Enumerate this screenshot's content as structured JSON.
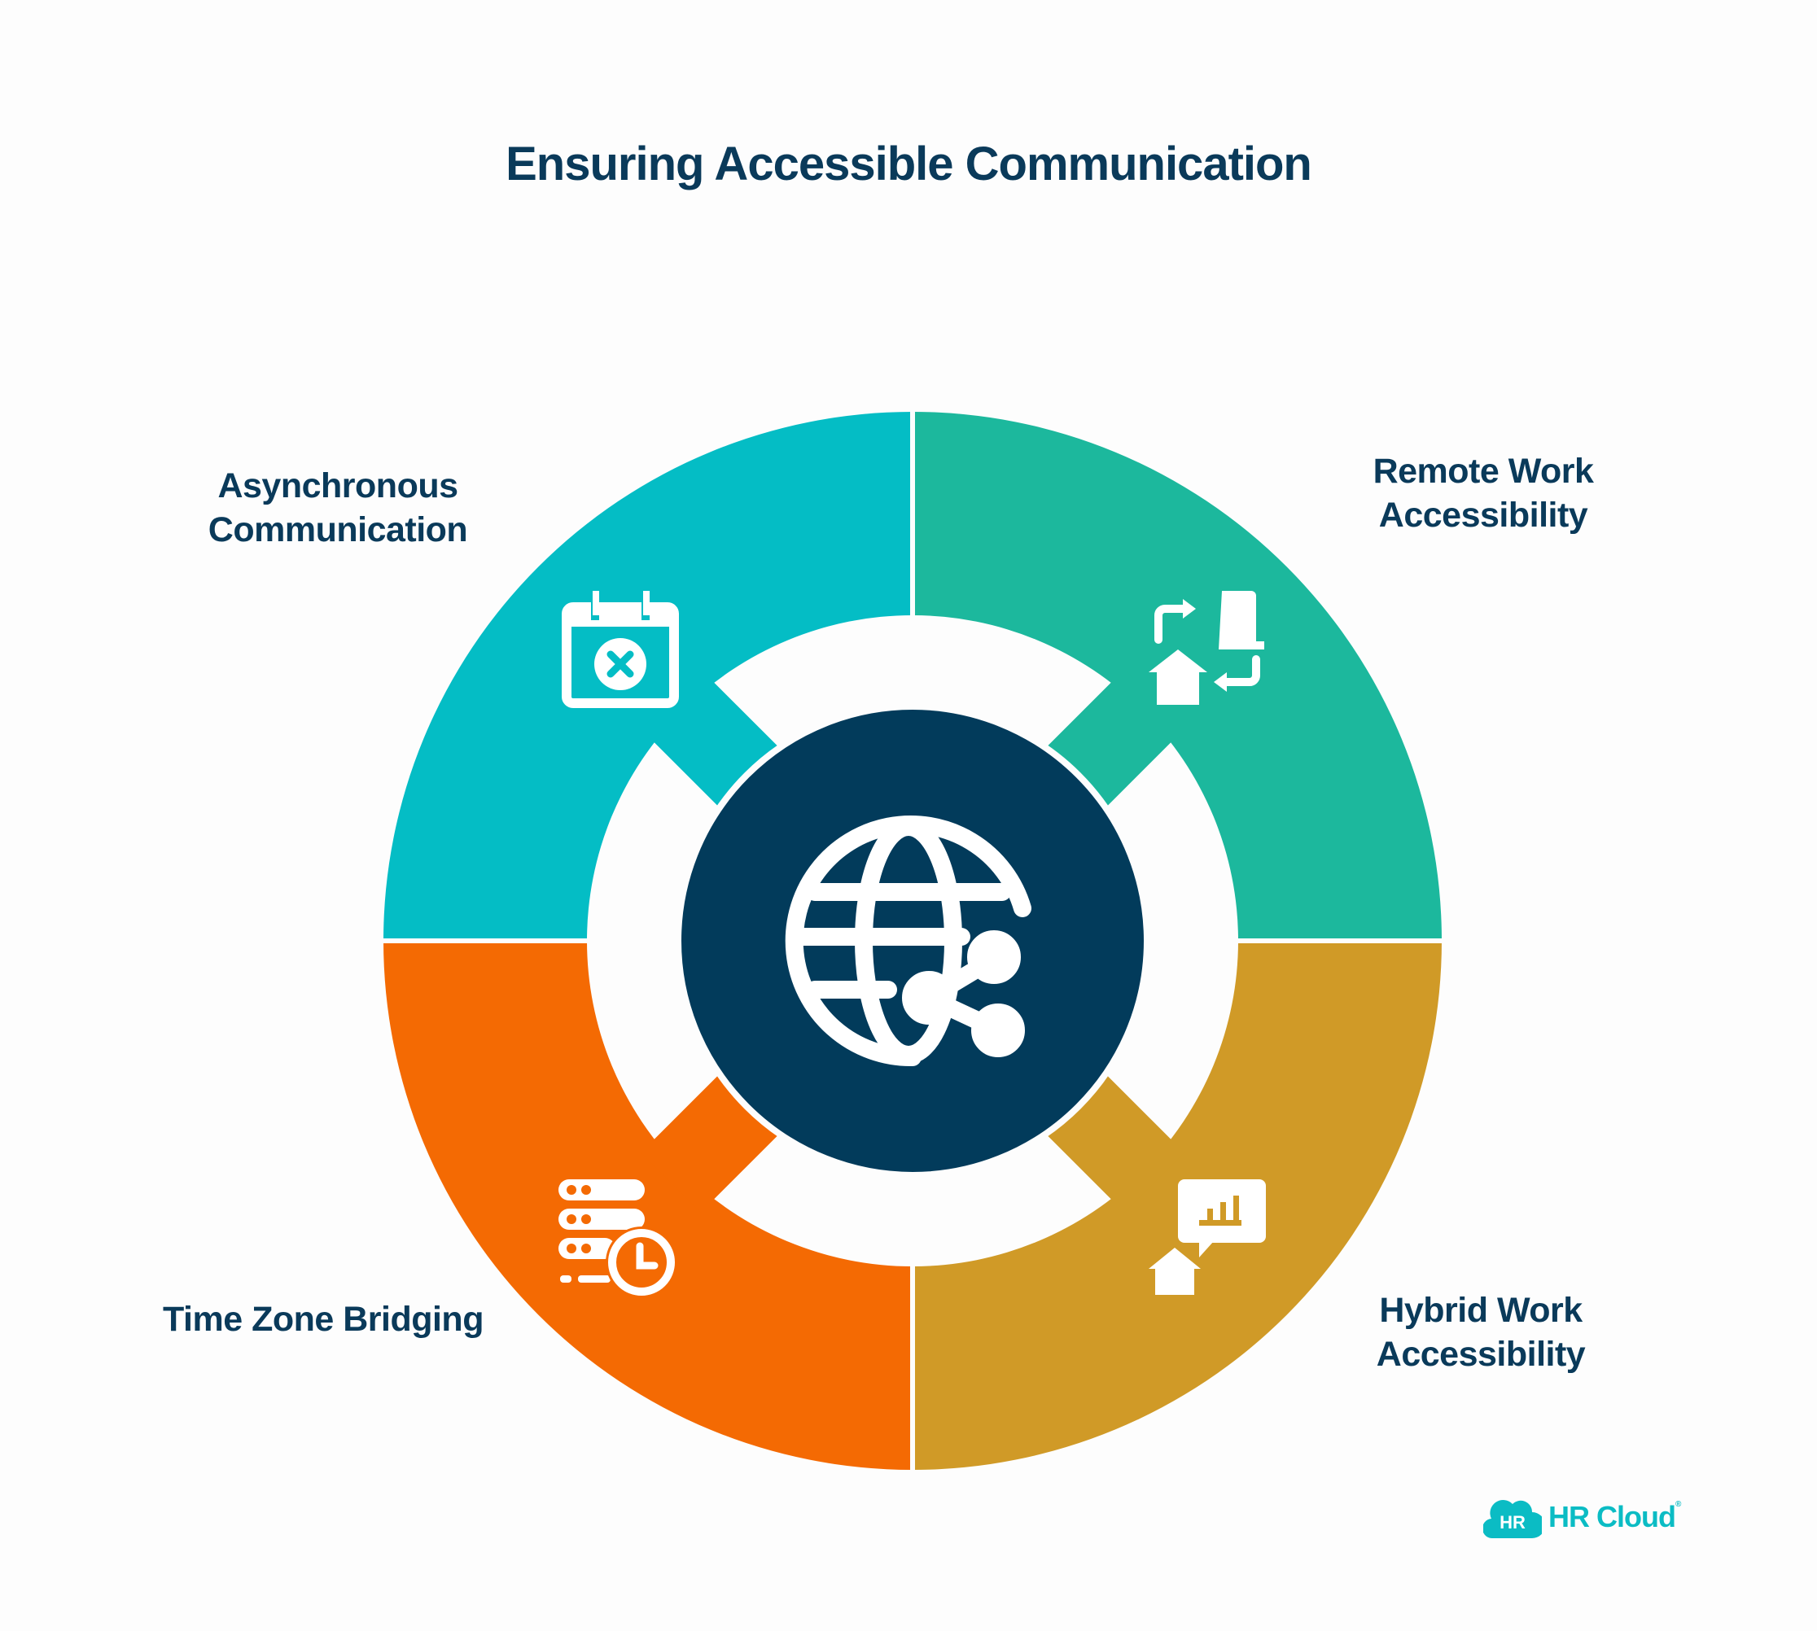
{
  "title": "Ensuring Accessible Communication",
  "segments": [
    {
      "label_line1": "Asynchronous",
      "label_line2": "Communication",
      "icon": "calendar-x-icon",
      "color": "#04BDC5"
    },
    {
      "label_line1": "Remote Work",
      "label_line2": "Accessibility",
      "icon": "home-office-swap-icon",
      "color": "#1CB89D"
    },
    {
      "label_line1": "Hybrid Work",
      "label_line2": "Accessibility",
      "icon": "home-chat-chart-icon",
      "color": "#D09A27"
    },
    {
      "label_line1": "Time Zone Bridging",
      "icon": "server-clock-icon",
      "color": "#F46A03"
    }
  ],
  "center": {
    "icon": "globe-share-icon",
    "color": "#023B5B"
  },
  "logo": {
    "badge": "HR",
    "text": "HR Cloud",
    "mark": "®",
    "color": "#0BBCC4"
  }
}
